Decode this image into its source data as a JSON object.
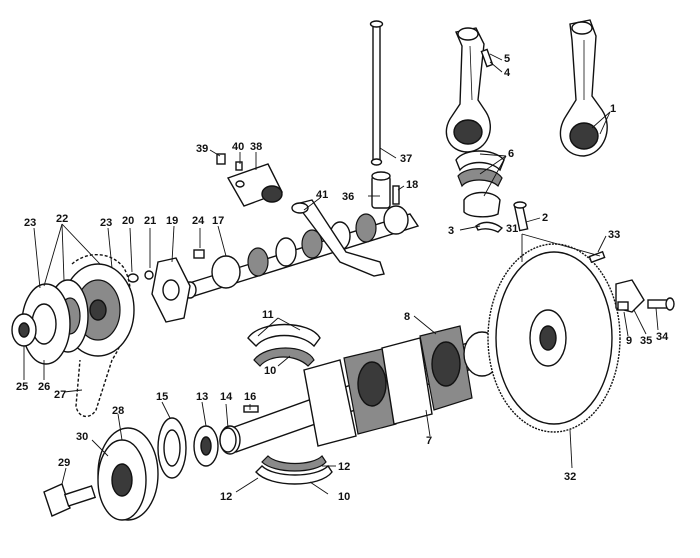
{
  "diagram": {
    "callouts": [
      {
        "id": "c1",
        "text": "1"
      },
      {
        "id": "c2",
        "text": "2"
      },
      {
        "id": "c3",
        "text": "3"
      },
      {
        "id": "c4",
        "text": "4"
      },
      {
        "id": "c5",
        "text": "5"
      },
      {
        "id": "c6",
        "text": "6"
      },
      {
        "id": "c7",
        "text": "7"
      },
      {
        "id": "c8",
        "text": "8"
      },
      {
        "id": "c9",
        "text": "9"
      },
      {
        "id": "c10a",
        "text": "10"
      },
      {
        "id": "c10b",
        "text": "10"
      },
      {
        "id": "c11",
        "text": "11"
      },
      {
        "id": "c12a",
        "text": "12"
      },
      {
        "id": "c12b",
        "text": "12"
      },
      {
        "id": "c13",
        "text": "13"
      },
      {
        "id": "c14",
        "text": "14"
      },
      {
        "id": "c15",
        "text": "15"
      },
      {
        "id": "c16",
        "text": "16"
      },
      {
        "id": "c17",
        "text": "17"
      },
      {
        "id": "c18",
        "text": "18"
      },
      {
        "id": "c19",
        "text": "19"
      },
      {
        "id": "c20",
        "text": "20"
      },
      {
        "id": "c21",
        "text": "21"
      },
      {
        "id": "c22",
        "text": "22"
      },
      {
        "id": "c23a",
        "text": "23"
      },
      {
        "id": "c23b",
        "text": "23"
      },
      {
        "id": "c24",
        "text": "24"
      },
      {
        "id": "c25",
        "text": "25"
      },
      {
        "id": "c26",
        "text": "26"
      },
      {
        "id": "c27",
        "text": "27"
      },
      {
        "id": "c28",
        "text": "28"
      },
      {
        "id": "c29",
        "text": "29"
      },
      {
        "id": "c30",
        "text": "30"
      },
      {
        "id": "c31",
        "text": "31"
      },
      {
        "id": "c32",
        "text": "32"
      },
      {
        "id": "c33",
        "text": "33"
      },
      {
        "id": "c34",
        "text": "34"
      },
      {
        "id": "c35",
        "text": "35"
      },
      {
        "id": "c36",
        "text": "36"
      },
      {
        "id": "c37",
        "text": "37"
      },
      {
        "id": "c38",
        "text": "38"
      },
      {
        "id": "c39",
        "text": "39"
      },
      {
        "id": "c40",
        "text": "40"
      },
      {
        "id": "c41",
        "text": "41"
      }
    ]
  }
}
